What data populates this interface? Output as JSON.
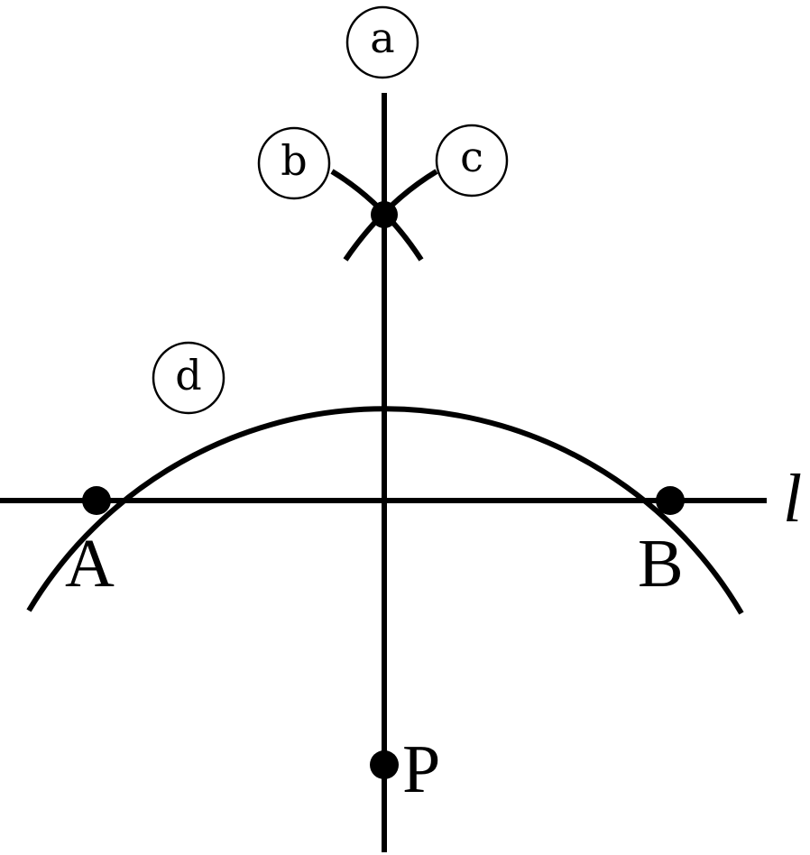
{
  "points": {
    "A": "A",
    "B": "B",
    "P": "P"
  },
  "line_label": "l",
  "steps": {
    "a": "a",
    "b": "b",
    "c": "c",
    "d": "d"
  }
}
